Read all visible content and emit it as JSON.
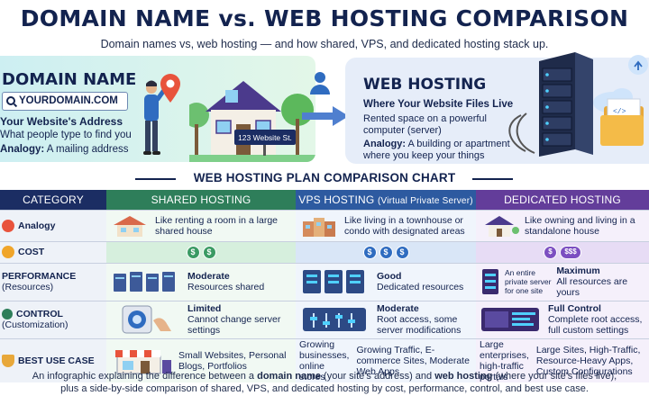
{
  "header": {
    "title": "DOMAIN NAME vs. WEB HOSTING COMPARISON",
    "subtitle": "Domain names vs, web hosting — and how shared, VPS, and dedicated hosting stack up."
  },
  "domain": {
    "title": "DOMAIN NAME",
    "url": "YOURDOMAIN.COM",
    "subtitle": "Your Website's Address",
    "description": "What people type to find you",
    "analogy_label": "Analogy:",
    "analogy_text": "A mailing address",
    "street_sign": "123 Website St."
  },
  "hosting": {
    "title": "WEB HOSTING",
    "subtitle": "Where Your Website Files Live",
    "description": "Rented space on a powerful computer (server)",
    "analogy_label": "Analogy:",
    "analogy_text": "A building or apartment where you keep your things"
  },
  "chart": {
    "title": "WEB HOSTING PLAN COMPARISON CHART",
    "headers": {
      "category": "CATEGORY",
      "shared": "SHARED HOSTING",
      "vps": "VPS HOSTING",
      "vps_note": "(Virtual Private Server)",
      "dedicated": "DEDICATED HOSTING"
    },
    "rows": {
      "analogy": {
        "label": "Analogy",
        "shared": "Like renting a room in a large shared house",
        "vps": "Like living in a townhouse or condo with designated areas",
        "dedicated": "Like owning and living in a standalone house"
      },
      "cost": {
        "label": "COST",
        "shared": [
          "$",
          "$"
        ],
        "vps": [
          "$",
          "$",
          "$"
        ],
        "dedicated": [
          "$",
          "$$$"
        ]
      },
      "performance": {
        "label": "PERFORMANCE",
        "sublabel": "(Resources)",
        "shared_title": "Moderate",
        "shared_text": "Resources shared",
        "vps_title": "Good",
        "vps_text": "Dedicated resources",
        "dedicated_note": "An entire private server for one site",
        "dedicated_title": "Maximum",
        "dedicated_text": "All resources are yours"
      },
      "control": {
        "label": "CONTROL",
        "sublabel": "(Customization)",
        "shared_title": "Limited",
        "shared_text": "Cannot change server settings",
        "vps_title": "Moderate",
        "vps_text": "Root access, some server modifications",
        "dedicated_title": "Full Control",
        "dedicated_text": "Complete root access, full custom settings"
      },
      "best_use": {
        "label": "BEST USE CASE",
        "shared": "Small Websites, Personal Blogs, Portfolios",
        "vps_left": "Growing businesses, online stores",
        "vps_right": "Growing Traffic, E-commerce Sites, Moderate Web Apps",
        "dedicated_left": "Large enterprises, high-traffic portals",
        "dedicated_right": "Large Sites, High-Traffic, Resource-Heavy Apps, Custom Configurations"
      }
    }
  },
  "footer": {
    "line1_a": "An infographic explaining the difference between a ",
    "line1_b": "domain name",
    "line1_c": " (your site's address) and ",
    "line1_d": "web hosting",
    "line1_e": " (where your site's files live),",
    "line2": "plus a side-by-side comparison of shared, VPS, and dedicated hosting by cost, performance, control, and best use case."
  },
  "colors": {
    "navy": "#13234f",
    "shared": "#2e7e5a",
    "vps": "#2d5aa0",
    "dedicated": "#633d9a"
  }
}
